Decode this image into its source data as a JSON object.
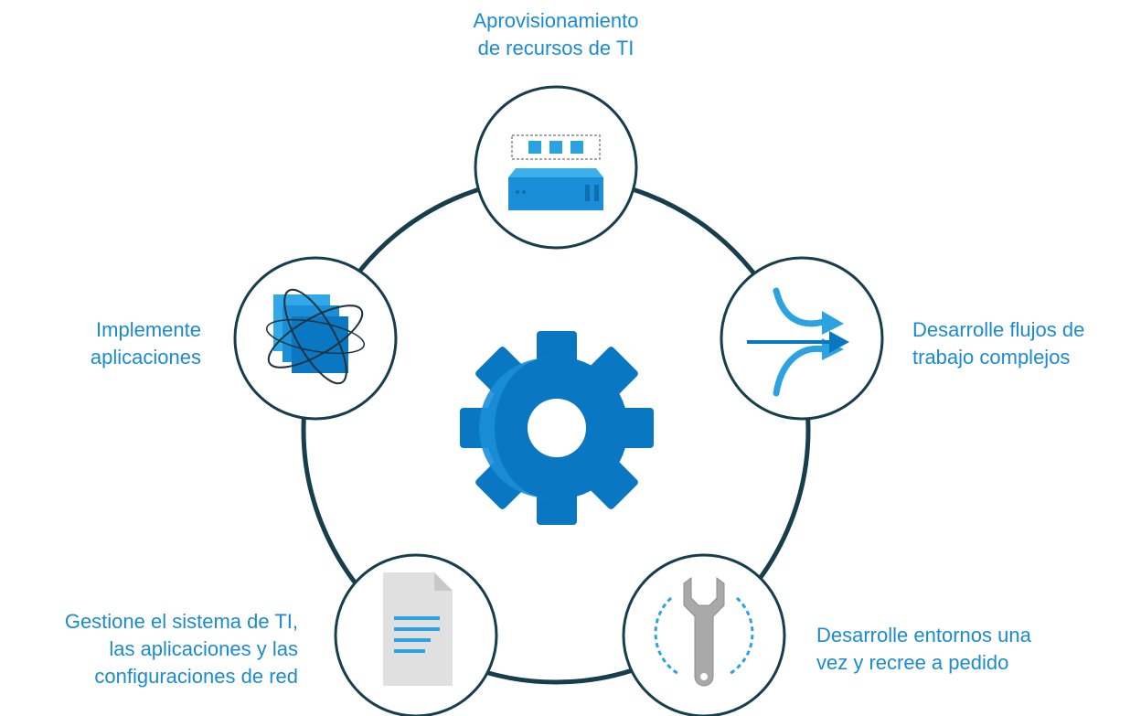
{
  "nodes": [
    {
      "id": "provision",
      "icon": "server-icon",
      "label": [
        "Aprovisionamiento",
        "de recursos de TI"
      ]
    },
    {
      "id": "workflows",
      "icon": "merging-arrows-icon",
      "label": [
        "Desarrolle flujos de",
        "trabajo complejos"
      ]
    },
    {
      "id": "environments",
      "icon": "wrench-icon",
      "label": [
        "Desarrolle entornos una",
        "vez y recree a pedido"
      ]
    },
    {
      "id": "manage",
      "icon": "document-icon",
      "label": [
        "Gestione el sistema de TI,",
        "las aplicaciones y las",
        "configuraciones de red"
      ]
    },
    {
      "id": "deploy",
      "icon": "orbit-windows-icon",
      "label": [
        "Implemente",
        "aplicaciones"
      ]
    }
  ],
  "center": {
    "icon": "gear-icon"
  },
  "colors": {
    "ring": "#163e4d",
    "accent": "#1b8bd0",
    "icon_dark": "#0a77c2",
    "icon_light": "#30a9e6"
  }
}
